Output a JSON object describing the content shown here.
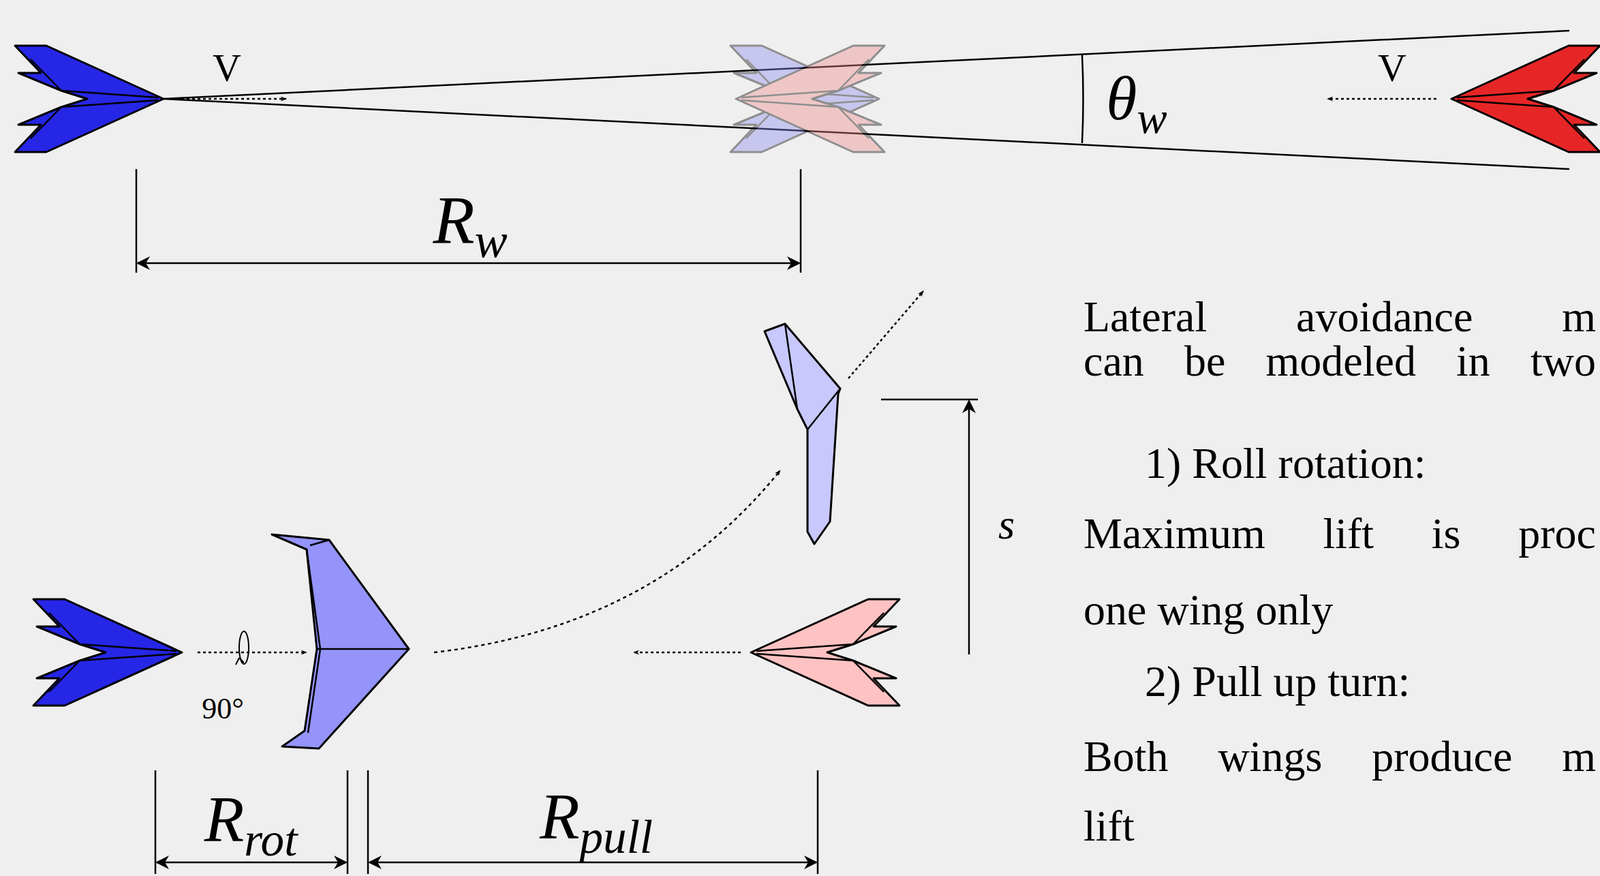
{
  "diagram": {
    "labels": [
      "V",
      "θw",
      "V",
      "Rw",
      "Lateral avoidance m",
      "can be modeled in two",
      "1) Roll rotation:",
      "Maximum lift is proc",
      "one wing only",
      "2) Pull up turn:",
      "Both wings produce m",
      "lift",
      "90°",
      "s",
      "Rrot",
      "Rpull"
    ]
  }
}
